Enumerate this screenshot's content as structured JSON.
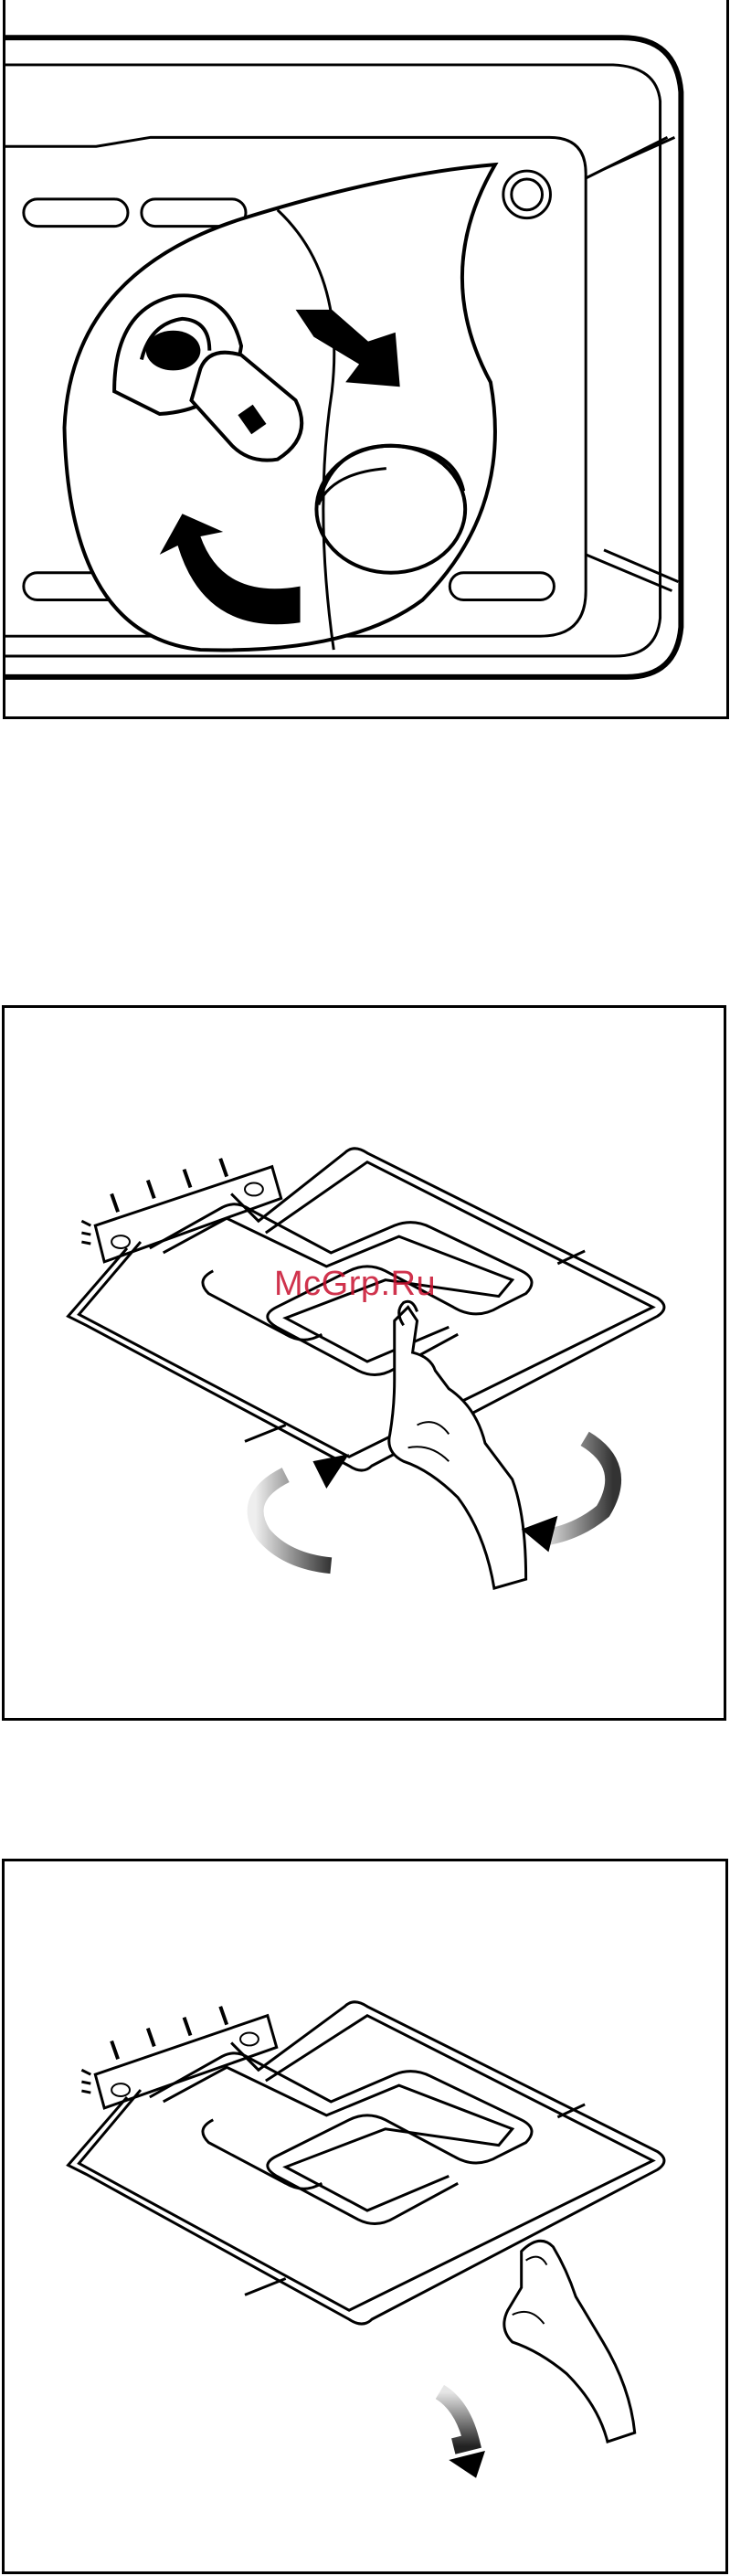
{
  "page": {
    "watermark_text": "McGrp.Ru",
    "figures": [
      {
        "id": "lamp-replacement",
        "icons": [
          "oven-lamp-icon",
          "push-arrow-icon",
          "rotate-arrow-icon",
          "lamp-cover-icon"
        ]
      },
      {
        "id": "grill-element-unscrew",
        "icons": [
          "heating-element-icon",
          "hand-icon",
          "rotate-clockwise-arrow-icon",
          "rotate-anticlockwise-arrow-icon"
        ]
      },
      {
        "id": "grill-element-lower",
        "icons": [
          "heating-element-icon",
          "hand-icon",
          "down-arrow-icon"
        ]
      }
    ],
    "colors": {
      "line": "#000000",
      "background": "#ffffff",
      "watermark": "#c8102e",
      "arrow_gradient_light": "#e0e0e0",
      "arrow_gradient_dark": "#333333"
    }
  }
}
